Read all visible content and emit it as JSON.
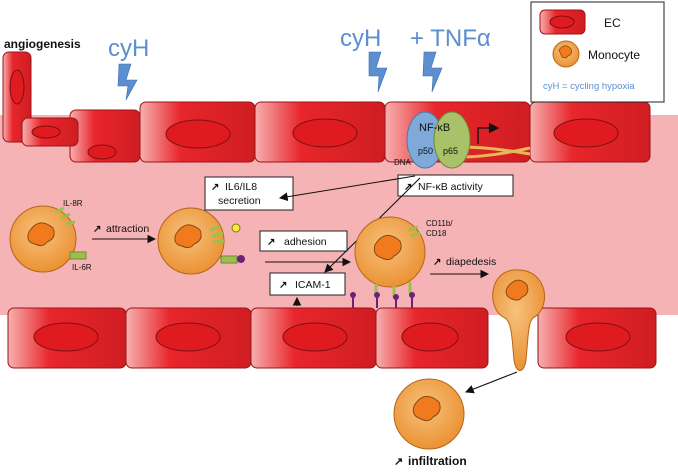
{
  "top_labels": {
    "angiogenesis": "angiogenesis",
    "cyh_left": "cyH",
    "cyh_right": "cyH",
    "plus_tnf": "+ TNFα"
  },
  "legend": {
    "ec": "EC",
    "monocyte": "Monocyte",
    "note": "cyH = cycling hypoxia"
  },
  "nfkb": {
    "title": "NF-κB",
    "p50": "p50",
    "p65": "p65",
    "dna": "DNA"
  },
  "boxes": {
    "il6_line1": "IL6/IL8",
    "il6_line2": "secretion",
    "nfkb_activity": "NF-κB activity",
    "adhesion": "adhesion",
    "icam": "ICAM-1"
  },
  "labels": {
    "il8r": "IL-8R",
    "il6r": "IL-6R",
    "attraction": "attraction",
    "cd11b": "CD11b/",
    "cd18": "CD18",
    "diapedesis": "diapedesis",
    "infiltration": "infiltration"
  },
  "colors": {
    "ec_red": "#e8262b",
    "vessel_lumen": "#f6b3b6",
    "monocyte_orange": "#ef9a3c",
    "nucleus_orange": "#f07a1d",
    "receptor_green": "#9cc04a",
    "label_blue": "#5b8fd0",
    "lightning_blue": "#5b8fd0",
    "p50_blue": "#7fa9d8",
    "p65_green": "#a9c26a"
  }
}
